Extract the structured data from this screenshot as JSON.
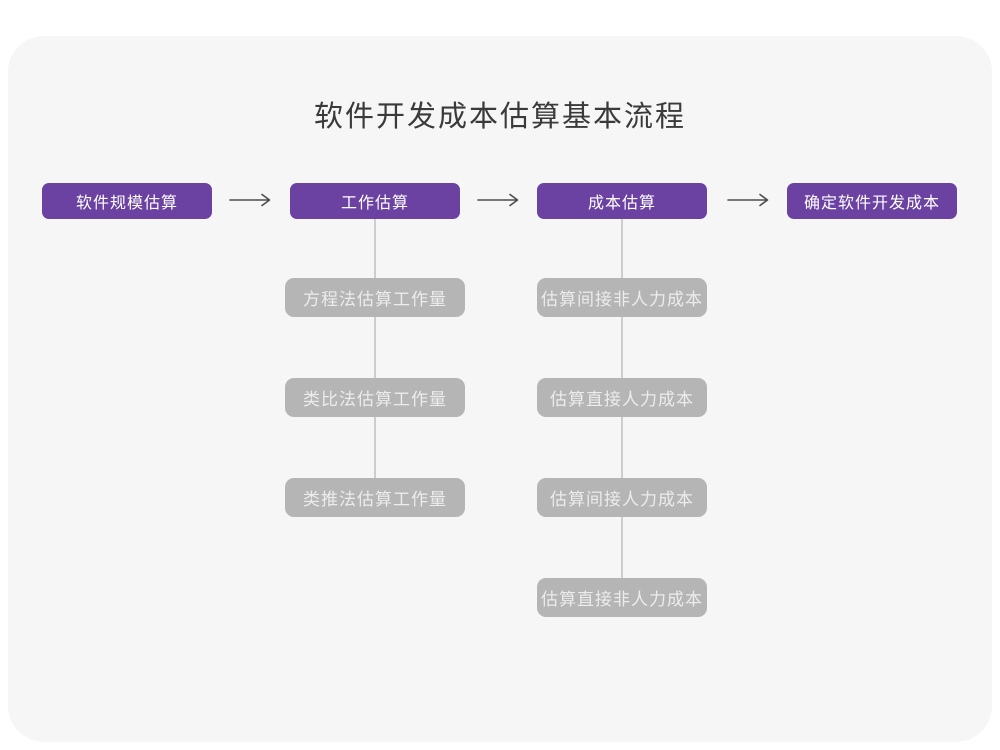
{
  "page": {
    "title": "软件开发成本估算基本流程"
  },
  "colors": {
    "main_node_purple": "#6b42a2",
    "branch_node_gray": "#b5b5b5",
    "card_background": "#f6f6f6",
    "connector_line": "#cdcdcd",
    "arrow_stroke": "#4d4d4d",
    "title_text": "#3a3a3a",
    "main_node_text": "#ffffff",
    "branch_node_text": "#ececec"
  },
  "flow": {
    "main_nodes": [
      {
        "label": "软件规模估算"
      },
      {
        "label": "工作估算"
      },
      {
        "label": "成本估算"
      },
      {
        "label": "确定软件开发成本"
      }
    ],
    "work_estimation_branches": [
      {
        "label": "方程法估算工作量"
      },
      {
        "label": "类比法估算工作量"
      },
      {
        "label": "类推法估算工作量"
      }
    ],
    "cost_estimation_branches": [
      {
        "label": "估算间接非人力成本"
      },
      {
        "label": "估算直接人力成本"
      },
      {
        "label": "估算间接人力成本"
      },
      {
        "label": "估算直接非人力成本"
      }
    ]
  }
}
